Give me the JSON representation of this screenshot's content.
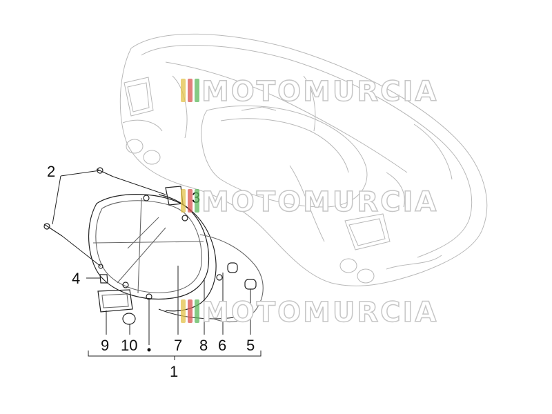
{
  "watermark": {
    "text": "MOTOMURCIA",
    "stripe_colors": [
      "#e3c24a",
      "#d9534f",
      "#5cb85c"
    ]
  },
  "callouts": {
    "c1": "1",
    "c2": "2",
    "c3": "3",
    "c4": "4",
    "c5": "5",
    "c6": "6",
    "c7": "7",
    "c8": "8",
    "c9": "9",
    "c10": "10"
  },
  "colors": {
    "line_dark": "#222222",
    "line_light": "#b8b8b8",
    "background": "#ffffff"
  }
}
